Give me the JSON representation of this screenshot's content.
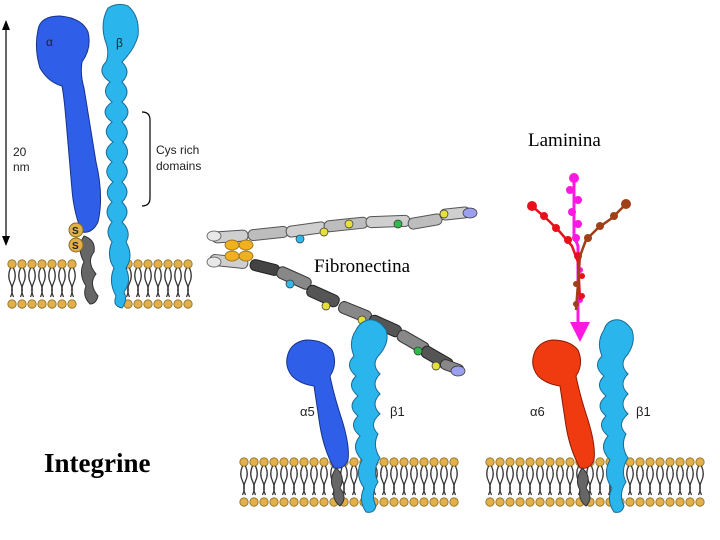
{
  "title": "Integrine",
  "left_panel": {
    "alpha_label": "α",
    "beta_label": "β",
    "size_value": "20",
    "size_unit": "nm",
    "cys_label_line1": "Cys rich",
    "cys_label_line2": "domains",
    "disulfide_1": "S",
    "disulfide_2": "S"
  },
  "fibronectin_panel": {
    "ligand_label": "Fibronectina",
    "alpha_label": "α5",
    "beta_label": "β1"
  },
  "laminin_panel": {
    "ligand_label": "Laminina",
    "alpha_label": "α6",
    "beta_label": "β1"
  },
  "colors": {
    "alpha_blue": "#2f5fe8",
    "beta_cyan": "#2ab6ec",
    "alpha_red": "#f03a10",
    "membrane_head": "#e2b04a",
    "laminin_magenta": "#ff19e0",
    "laminin_red": "#e8101a",
    "laminin_brown": "#a04018"
  }
}
